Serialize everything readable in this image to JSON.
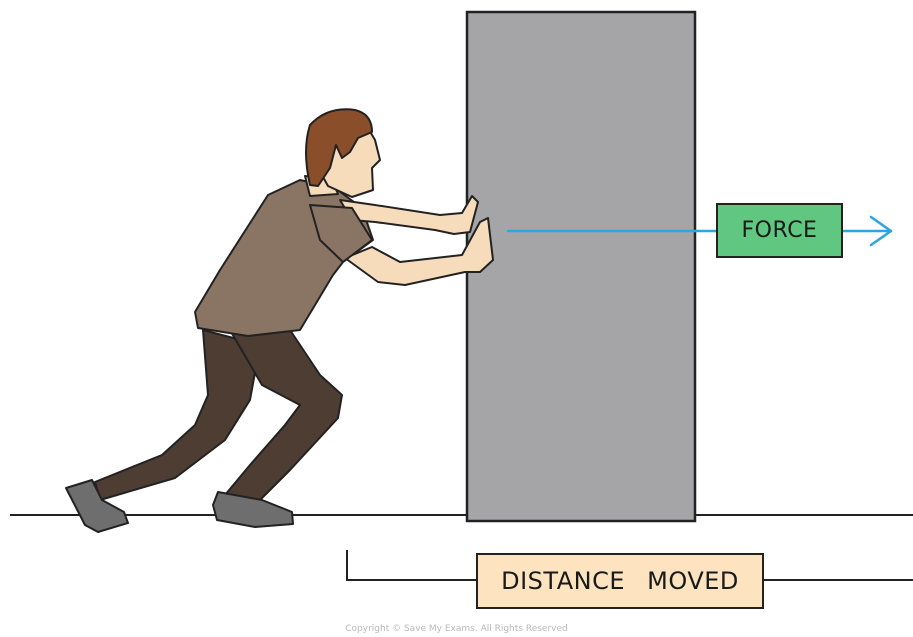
{
  "labels": {
    "force": "FORCE",
    "distance": "DISTANCE MOVED"
  },
  "footer": {
    "copyright": "Copyright © Save My Exams. All Rights Reserved"
  },
  "colors": {
    "force_box_fill": "#5fc77f",
    "distance_box_fill": "#fde3bf",
    "force_arrow": "#2aa7e0",
    "block_fill": "#a5a5a7",
    "shirt": "#8a7565",
    "trousers": "#4e3d33",
    "hair": "#8b4e2a",
    "skin": "#f7dcbc",
    "shoes": "#6e6e6e",
    "outline": "#222222"
  },
  "icons": {
    "person": "person-pushing-icon",
    "block": "block-icon",
    "arrow": "force-arrow-icon"
  }
}
